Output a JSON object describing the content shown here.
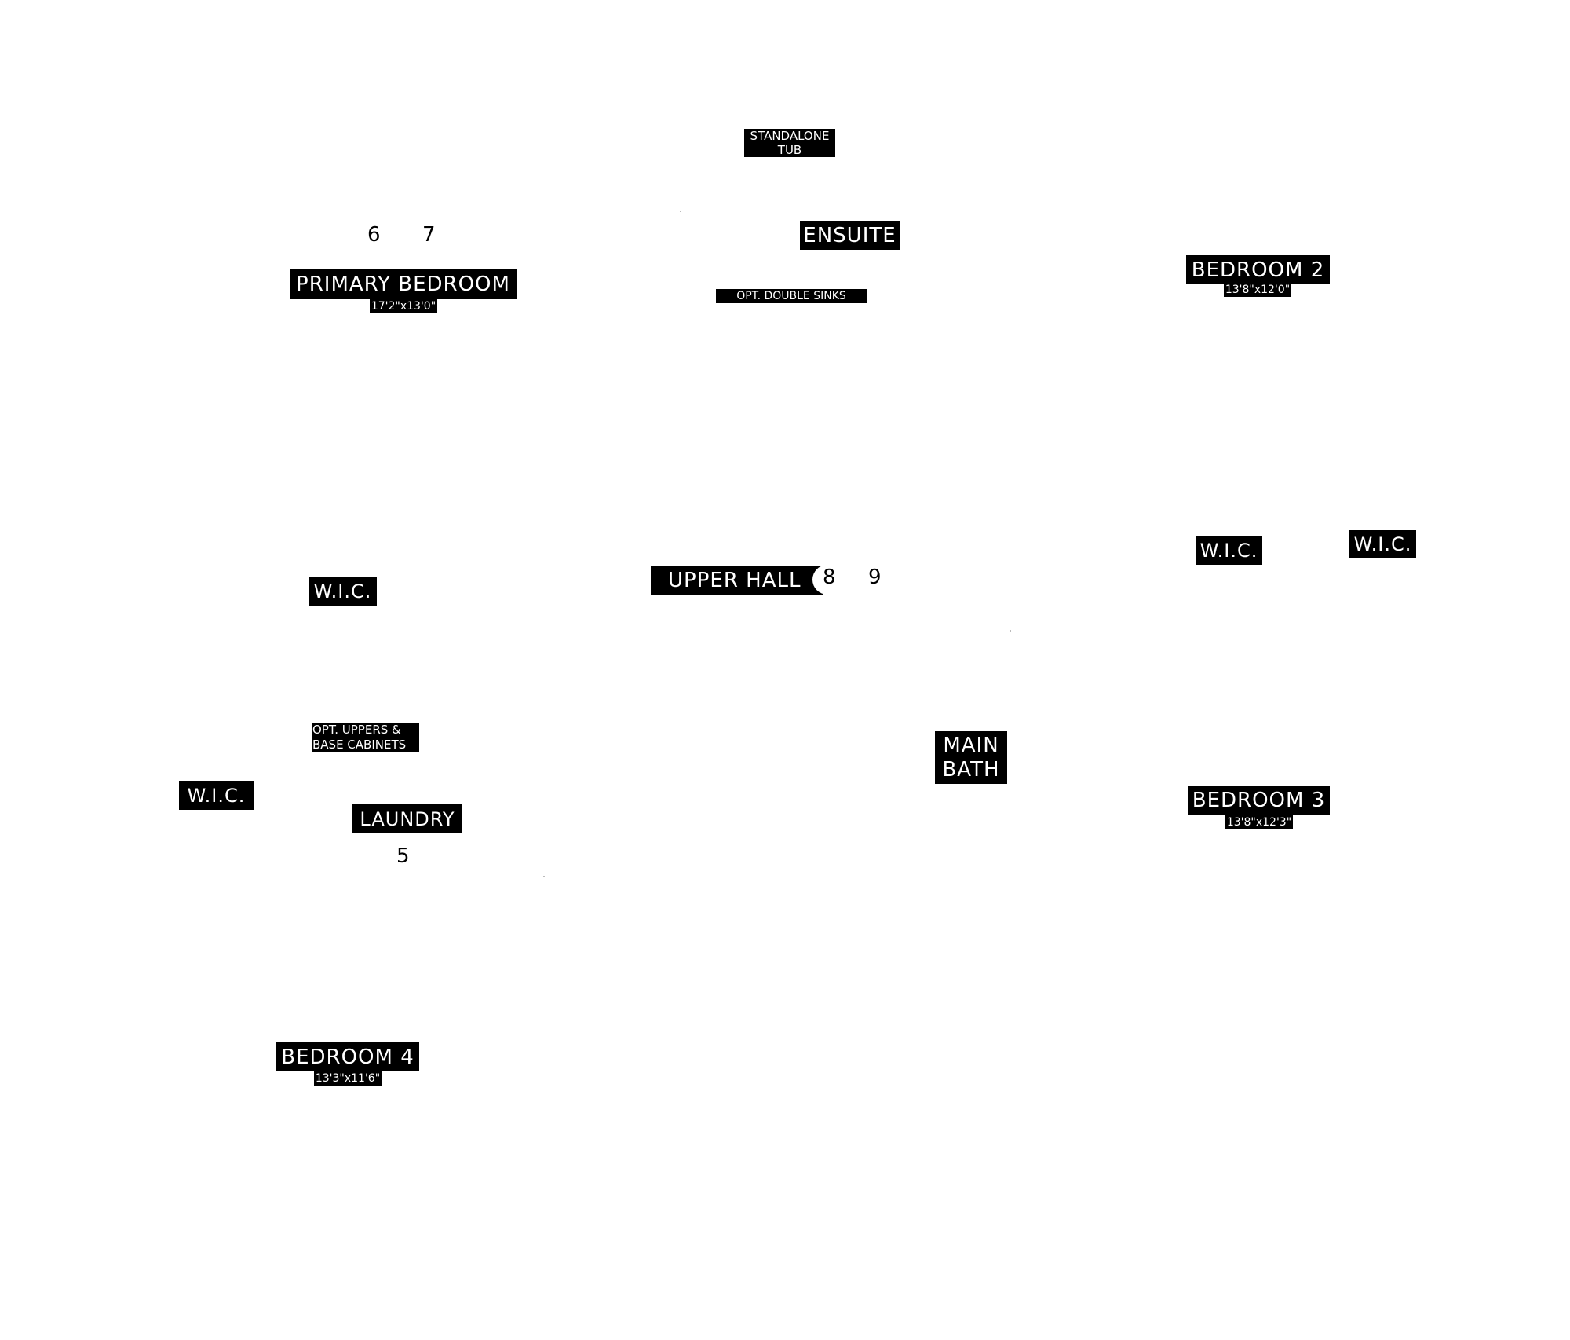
{
  "plan": {
    "rooms": {
      "primary_bedroom": {
        "name": "PRIMARY BEDROOM",
        "dims": "17'2\"x13'0\""
      },
      "ensuite": {
        "name": "ENSUITE"
      },
      "standalone_tub": {
        "line1": "STANDALONE",
        "line2": "TUB"
      },
      "double_sinks": {
        "name": "OPT. DOUBLE SINKS"
      },
      "bedroom_2": {
        "name": "BEDROOM 2",
        "dims": "13'8\"x12'0\""
      },
      "upper_hall": {
        "name": "UPPER HALL"
      },
      "wic_primary": {
        "name": "W.I.C."
      },
      "wic_bed2_left": {
        "name": "W.I.C."
      },
      "wic_bed2_right": {
        "name": "W.I.C."
      },
      "wic_laundry": {
        "name": "W.I.C."
      },
      "opt_cabinets": {
        "line1": "OPT. UPPERS &",
        "line2": "BASE CABINETS"
      },
      "laundry": {
        "name": "LAUNDRY"
      },
      "main_bath": {
        "line1": "MAIN",
        "line2": "BATH"
      },
      "bedroom_3": {
        "name": "BEDROOM 3",
        "dims": "13'8\"x12'3\""
      },
      "bedroom_4": {
        "name": "BEDROOM 4",
        "dims": "13'3\"x11'6\""
      }
    },
    "markers": {
      "m5": "5",
      "m6": "6",
      "m7": "7",
      "m8": "8",
      "m9": "9"
    }
  }
}
